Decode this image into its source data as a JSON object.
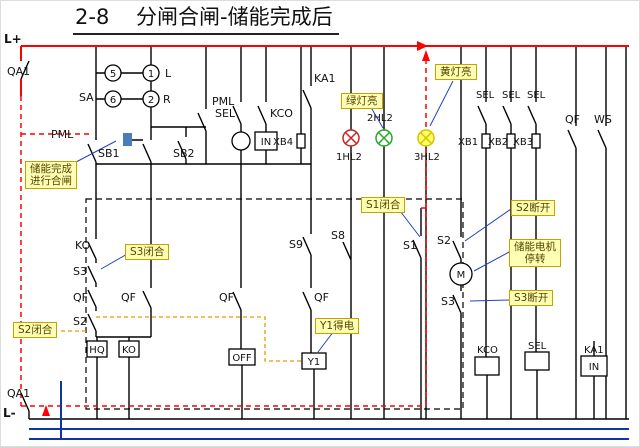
{
  "title": "2-8    分闸合闸-储能完成后",
  "labels": {
    "l_plus": "L+",
    "qa1_top": "QA1",
    "sa": "SA",
    "n5": "5",
    "n1": "1",
    "n6": "6",
    "n2": "2",
    "pole_l": "L",
    "pole_r": "R",
    "pml_top": "PML",
    "pml_left": "PML",
    "sb1": "SB1",
    "sb2": "SB2",
    "sel_1": "SEL",
    "kco_top": "KCO",
    "in_top": "IN",
    "xb4": "XB4",
    "ka1_top": "KA1",
    "hl1": "1HL2",
    "hl2": "2HL2",
    "hl3": "3HL2",
    "sel_2": "SEL",
    "sel_3": "SEL",
    "sel_4": "SEL",
    "xb1": "XB1",
    "xb2": "XB2",
    "xb3": "XB3",
    "qf_top": "QF",
    "ws": "WS",
    "ko_contact": "KO",
    "s3_contact": "S3",
    "qf_contact1": "QF",
    "qf_contact2": "QF",
    "s2_contact": "S2",
    "hq_coil": "HQ",
    "ko_coil": "KO",
    "off_coil": "OFF",
    "qf_contact3": "QF",
    "s9": "S9",
    "s8": "S8",
    "qf_contact4": "QF",
    "y1_coil": "Y1",
    "s1": "S1",
    "s2": "S2",
    "motor": "M",
    "s3": "S3",
    "kco_bottom": "KCO",
    "sel_bottom": "SEL",
    "ka1_bottom": "KA1",
    "in_bottom": "IN",
    "qa1_bottom": "QA1",
    "l_minus": "L-"
  },
  "callouts": {
    "store_l1": "储能完成",
    "store_l2": "进行合闸",
    "green": "绿灯亮",
    "yellow": "黄灯亮",
    "s1_closed": "S1闭合",
    "s2_open": "S2断开",
    "s3_closed": "S3闭合",
    "motor_l1": "储能电机",
    "motor_l2": "停转",
    "s3_open": "S3断开",
    "s2_closed": "S2闭合",
    "y1_energized": "Y1得电"
  },
  "colors": {
    "wire": "#000000",
    "live_path": "#ff0000",
    "callout_bg": "#ffffb3",
    "callout_border": "#c8a000",
    "lamp_red": "#cc2222",
    "lamp_green": "#22aa22",
    "lamp_yellow": "#d4c400",
    "bottom_rail": "#1133aa",
    "aux_path": "#ee9900",
    "pointer": "#2244bb",
    "button": "#4a7ebb"
  }
}
